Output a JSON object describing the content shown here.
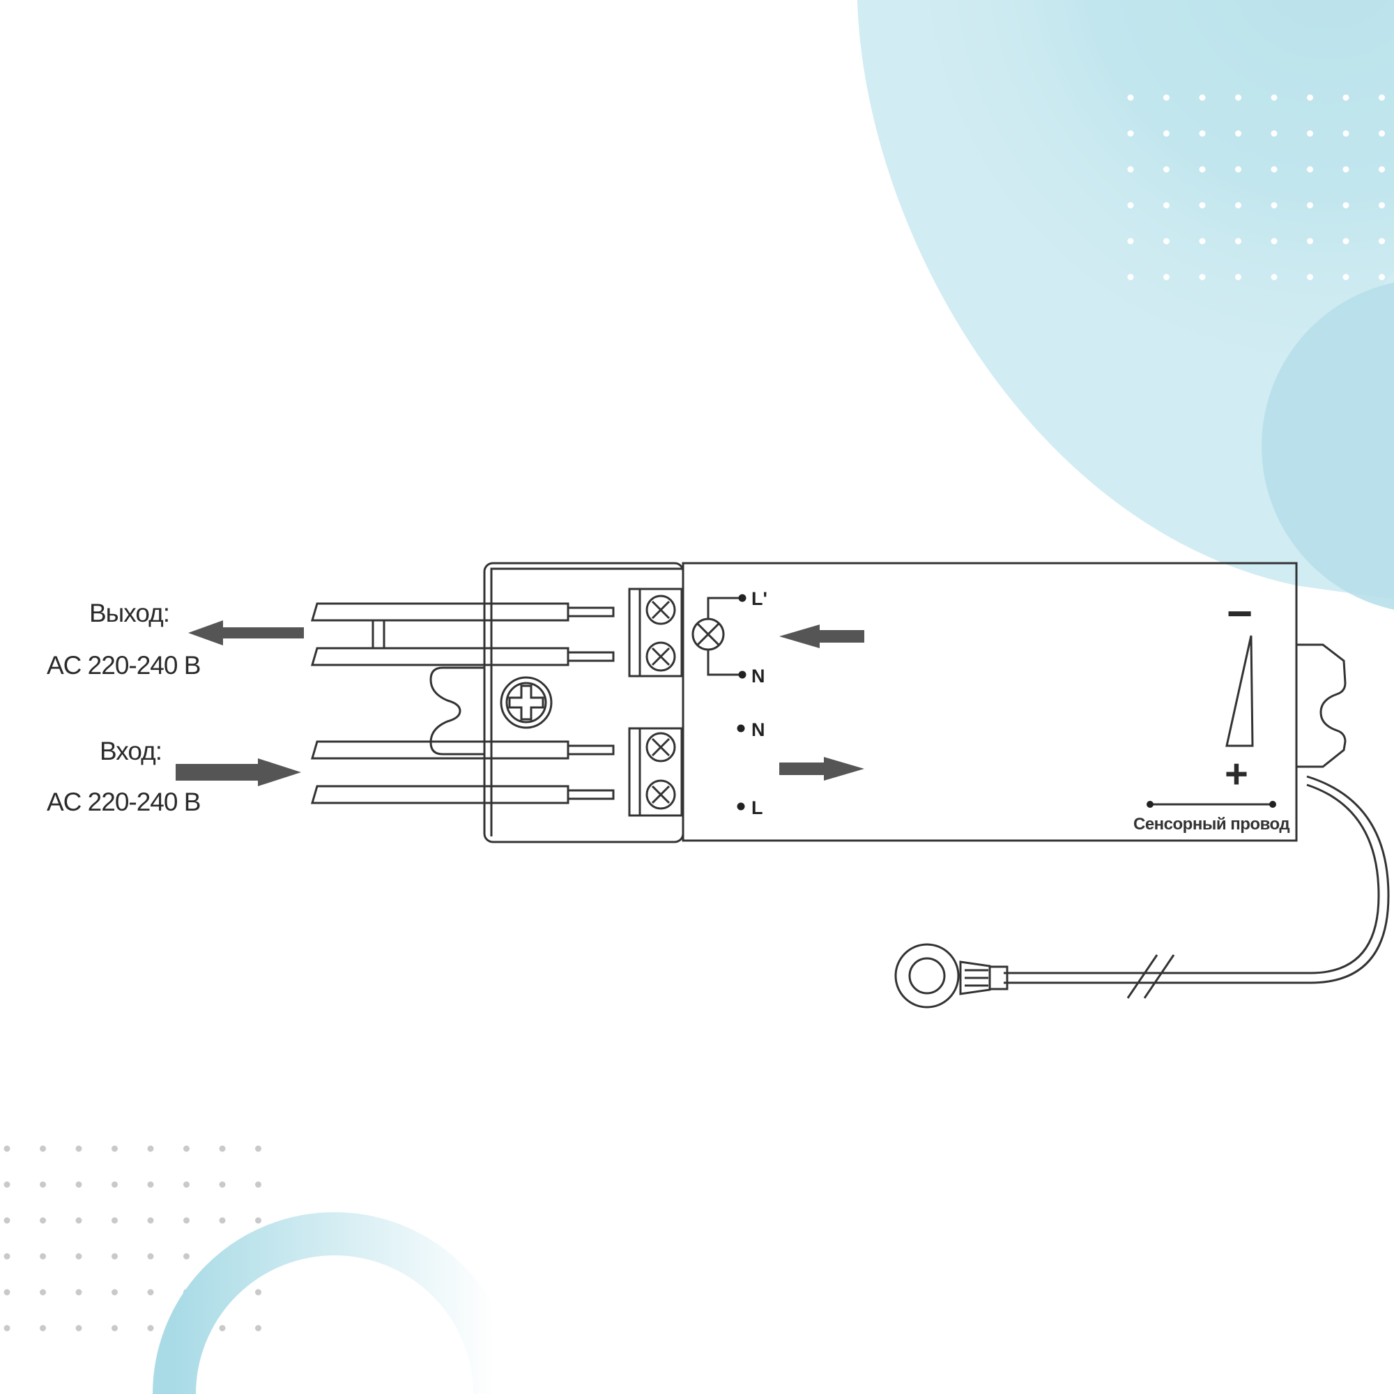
{
  "labels": {
    "output_title": "Выход:",
    "output_voltage": "AC 220-240 B",
    "input_title": "Вход:",
    "input_voltage": "AC 220-240 B",
    "terminal_L_prime": "L'",
    "terminal_N_out": "N",
    "terminal_N_in": "N",
    "terminal_L_in": "L",
    "sensitivity_minus": "−",
    "sensitivity_plus": "+",
    "sensor_wire": "Сенсорный провод"
  },
  "colors": {
    "background": "#ffffff",
    "line": "#333333",
    "arrow": "#555555",
    "accent_light": "#d6eef3",
    "accent": "#a9dbe6",
    "dots": "#ffffff",
    "dots_dark": "#c9c9c9"
  }
}
